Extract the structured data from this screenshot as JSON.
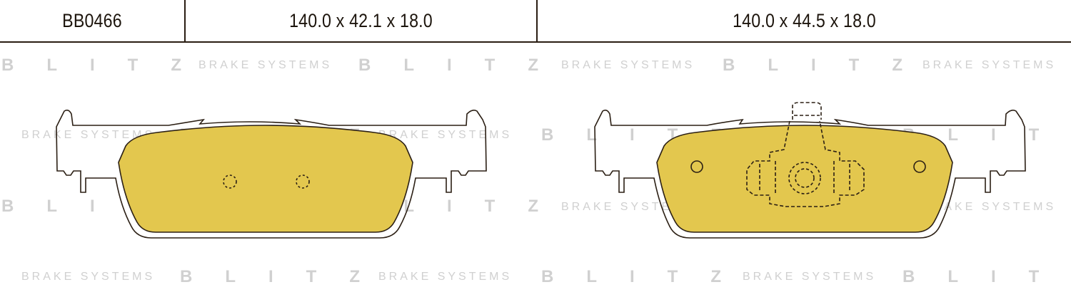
{
  "table": {
    "part_number": "BB0466",
    "dims_left": "140.0 x 42.1 x 18.0",
    "dims_right": "140.0 x 44.5 x 18.0"
  },
  "watermark": {
    "brand": "BLITZ",
    "tagline": "BRAKE SYSTEMS"
  },
  "colors": {
    "pad_fill": "#e3c74e",
    "outline": "#2b1f14",
    "watermark": "#d0d0d0"
  }
}
